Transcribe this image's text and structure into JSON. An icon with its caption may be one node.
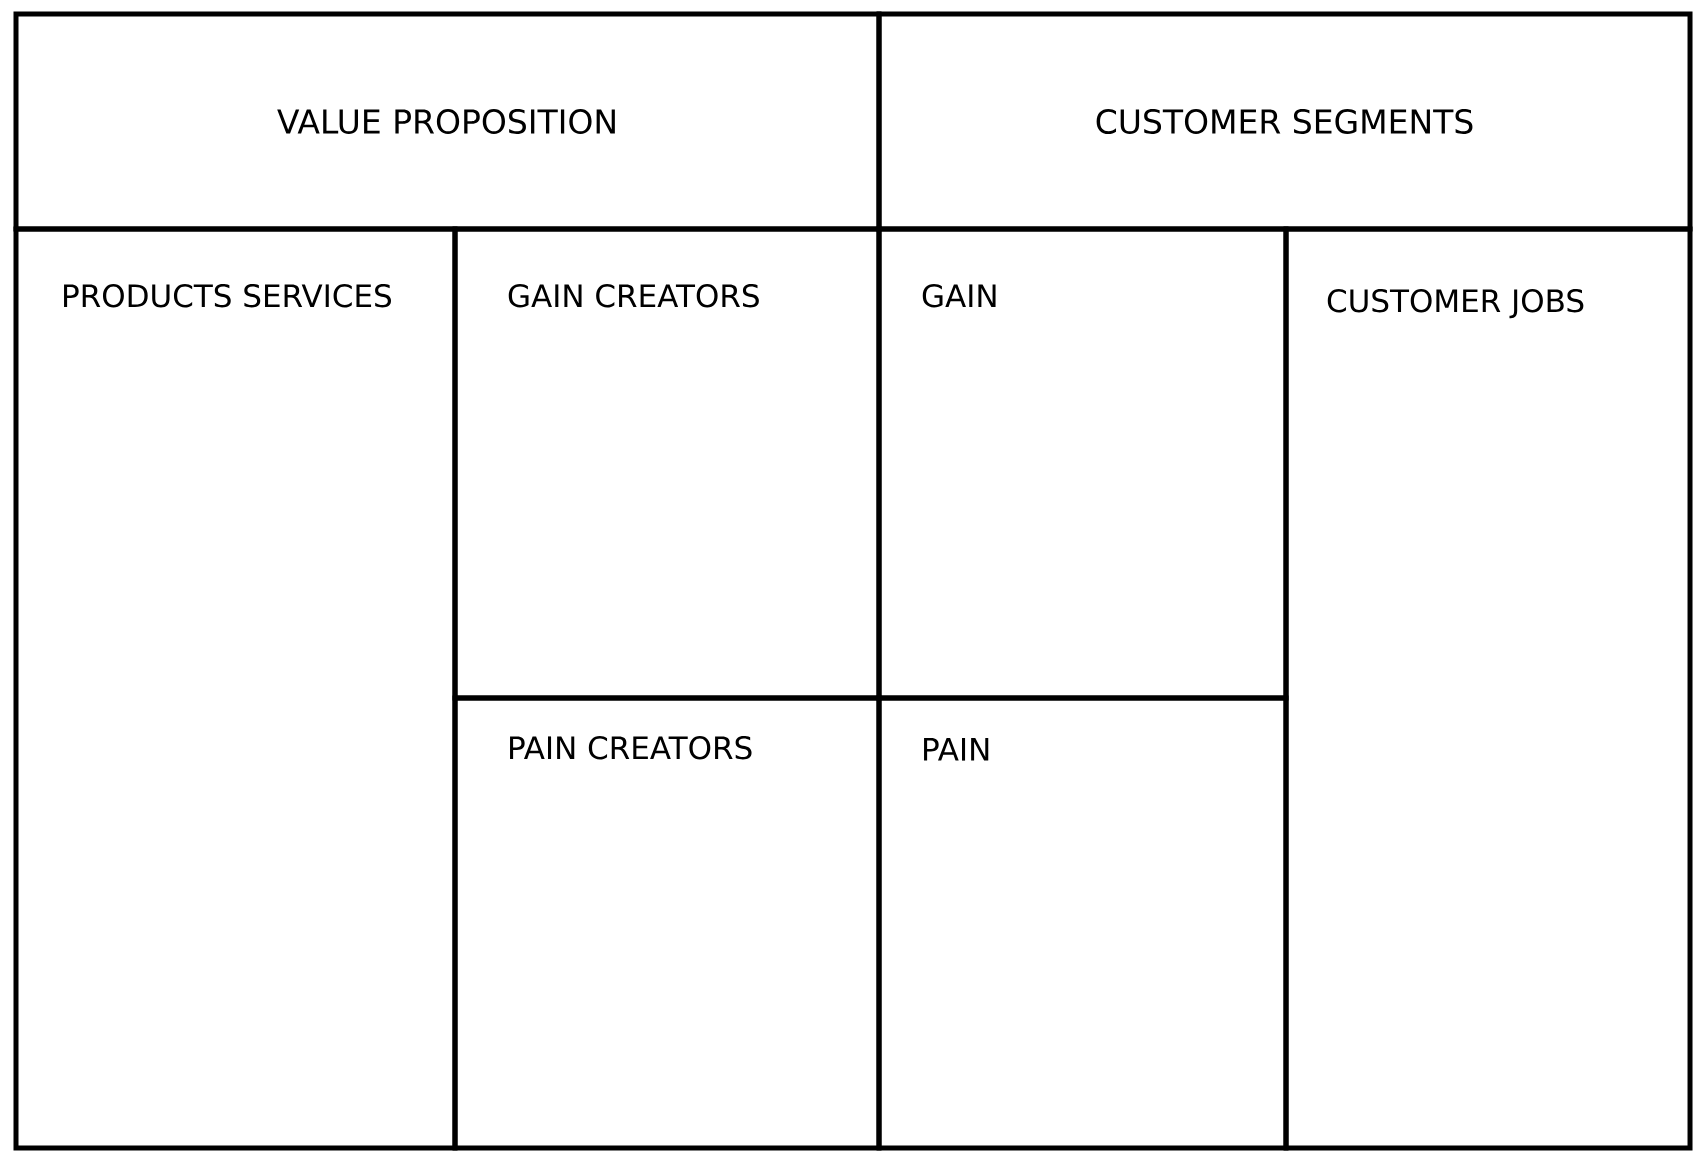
{
  "diagram": {
    "nodes": [
      {
        "text": [
          "VALUE PROPOSITION"
        ]
      },
      {
        "text": [
          "CUSTOMER SEGMENTS"
        ]
      },
      {
        "text": [
          "PRODUCTS SERVICES"
        ]
      },
      {
        "text": [
          "GAIN CREATORS"
        ]
      },
      {
        "text": [
          "PAIN CREATORS"
        ]
      },
      {
        "text": [
          "GAIN"
        ]
      },
      {
        "text": [
          "PAIN"
        ]
      },
      {
        "text": [
          "CUSTOMER JOBS"
        ]
      }
    ]
  }
}
